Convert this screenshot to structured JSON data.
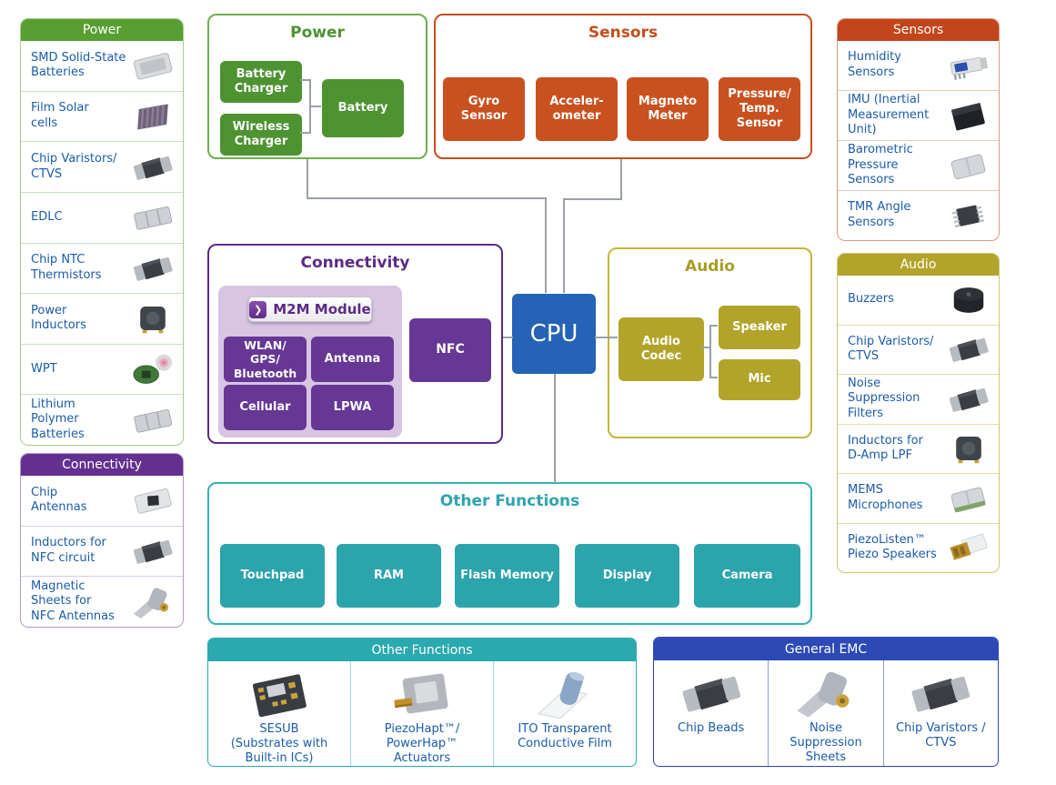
{
  "palette": {
    "green": "#589e33",
    "green_node": "#4d9331",
    "orange": "#c54d1e",
    "orange_node": "#c8511f",
    "purple": "#5c2b86",
    "purple_node": "#663795",
    "olive": "#b2a42b",
    "teal": "#2ba4ac",
    "cpu_blue": "#2463b6",
    "emc_blue": "#2d49b5",
    "link_text_blue": "#1b5caa",
    "connector_gray": "#9aa0a6"
  },
  "left_power": {
    "title": "Power",
    "items": [
      {
        "label": "SMD Solid-State\nBatteries",
        "icon": "smd-solid-state-batteries-image"
      },
      {
        "label": "Film Solar\ncells",
        "icon": "film-solar-cells-image"
      },
      {
        "label": "Chip Varistors/\nCTVS",
        "icon": "chip-varistors-image"
      },
      {
        "label": "EDLC",
        "icon": "edlc-image"
      },
      {
        "label": "Chip NTC\nThermistors",
        "icon": "chip-ntc-thermistors-image"
      },
      {
        "label": "Power\nInductors",
        "icon": "power-inductors-image"
      },
      {
        "label": "WPT",
        "icon": "wpt-image"
      },
      {
        "label": "Lithium\nPolymer\nBatteries",
        "icon": "lithium-polymer-batteries-image"
      }
    ]
  },
  "left_connectivity": {
    "title": "Connectivity",
    "items": [
      {
        "label": "Chip\nAntennas",
        "icon": "chip-antennas-image"
      },
      {
        "label": "Inductors for\nNFC circuit",
        "icon": "inductors-nfc-circuit-image"
      },
      {
        "label": "Magnetic\nSheets for\nNFC Antennas",
        "icon": "magnetic-sheets-nfc-image"
      }
    ]
  },
  "right_sensors": {
    "title": "Sensors",
    "items": [
      {
        "label": "Humidity\nSensors",
        "icon": "humidity-sensors-image"
      },
      {
        "label": "IMU (Inertial\nMeasurement\nUnit)",
        "icon": "imu-image"
      },
      {
        "label": "Barometric\nPressure\nSensors",
        "icon": "barometric-pressure-sensors-image"
      },
      {
        "label": "TMR Angle\nSensors",
        "icon": "tmr-angle-sensors-image"
      }
    ]
  },
  "right_audio": {
    "title": "Audio",
    "items": [
      {
        "label": "Buzzers",
        "icon": "buzzers-image"
      },
      {
        "label": "Chip Varistors/\nCTVS",
        "icon": "chip-varistors-audio-image"
      },
      {
        "label": "Noise\nSuppression\nFilters",
        "icon": "noise-suppression-filters-image"
      },
      {
        "label": "Inductors for\nD-Amp LPF",
        "icon": "inductors-damp-lpf-image"
      },
      {
        "label": "MEMS\nMicrophones",
        "icon": "mems-microphones-image"
      },
      {
        "label": "PiezoListen™\nPiezo Speakers",
        "icon": "piezolisten-piezo-speakers-image"
      }
    ]
  },
  "power_box": {
    "title": "Power",
    "nodes": [
      "Battery\nCharger",
      "Wireless\nCharger",
      "Battery"
    ]
  },
  "sensors_box": {
    "title": "Sensors",
    "nodes": [
      "Gyro\nSensor",
      "Acceler-\nometer",
      "Magneto\nMeter",
      "Pressure/\nTemp.\nSensor"
    ]
  },
  "connectivity_box": {
    "title": "Connectivity",
    "m2m_label": "M2M Module",
    "chevron": "❯",
    "nodes": [
      "WLAN/\nGPS/\nBluetooth",
      "Antenna",
      "Cellular",
      "LPWA"
    ],
    "nfc_label": "NFC"
  },
  "cpu": {
    "label": "CPU"
  },
  "audio_box": {
    "title": "Audio",
    "nodes": [
      "Audio\nCodec",
      "Speaker",
      "Mic"
    ]
  },
  "other_functions_box": {
    "title": "Other Functions",
    "nodes": [
      "Touchpad",
      "RAM",
      "Flash Memory",
      "Display",
      "Camera"
    ]
  },
  "bottom_other": {
    "title": "Other Functions",
    "items": [
      {
        "label": "SESUB\n(Substrates with\nBuilt-in ICs)",
        "icon": "sesub-image"
      },
      {
        "label": "PiezoHapt™/\nPowerHap™\nActuators",
        "icon": "piezohapt-powerhap-actuators-image"
      },
      {
        "label": "ITO Transparent\nConductive Film",
        "icon": "ito-transparent-film-image"
      }
    ]
  },
  "general_emc": {
    "title": "General EMC",
    "items": [
      {
        "label": "Chip Beads",
        "icon": "chip-beads-image"
      },
      {
        "label": "Noise\nSuppression\nSheets",
        "icon": "noise-suppression-sheets-image"
      },
      {
        "label": "Chip Varistors /\nCTVS",
        "icon": "chip-varistors-ctvs-emc-image"
      }
    ]
  }
}
